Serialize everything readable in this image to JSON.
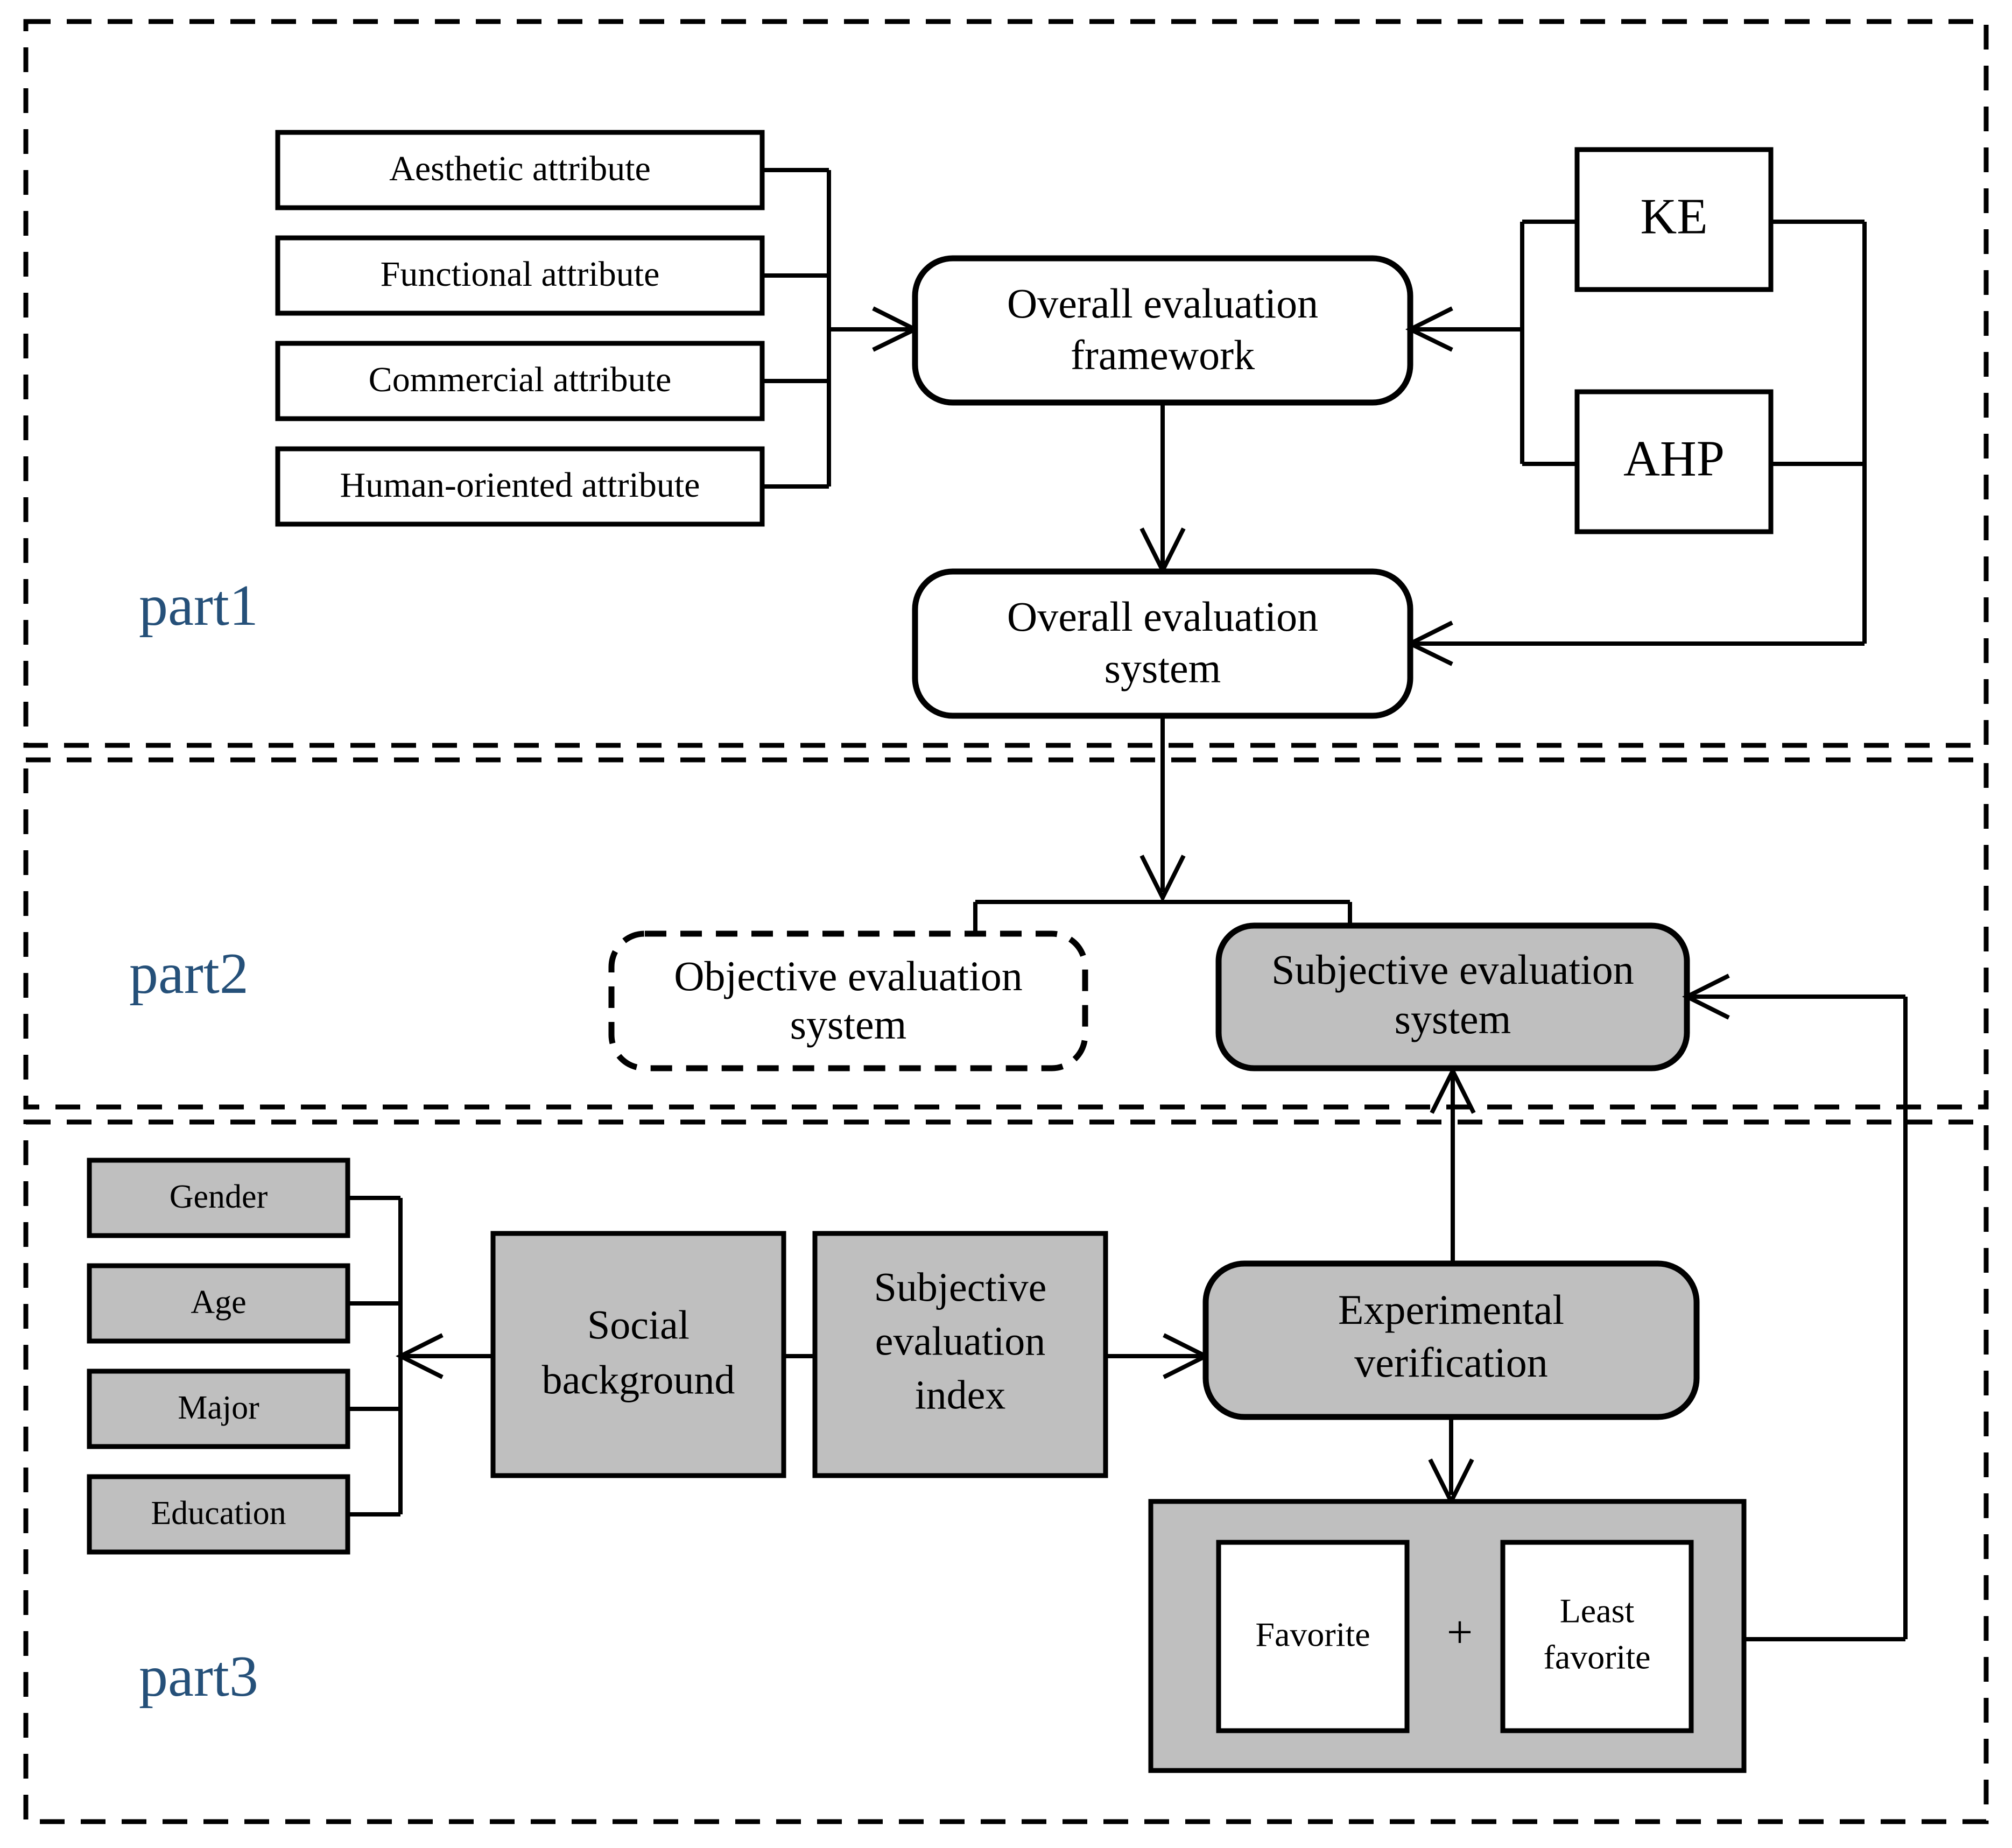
{
  "figure": {
    "type": "flowchart",
    "sections": [
      {
        "id": "part1",
        "label": "part1"
      },
      {
        "id": "part2",
        "label": "part2"
      },
      {
        "id": "part3",
        "label": "part3"
      }
    ]
  },
  "part1": {
    "label": "part1",
    "attributes": [
      {
        "label": "Aesthetic attribute"
      },
      {
        "label": "Functional attribute"
      },
      {
        "label": "Commercial attribute"
      },
      {
        "label": "Human-oriented attribute"
      }
    ],
    "framework": {
      "line1": "Overall evaluation",
      "line2": "framework"
    },
    "system": {
      "line1": "Overall evaluation",
      "line2": "system"
    },
    "methods": [
      {
        "label": "KE"
      },
      {
        "label": "AHP"
      }
    ]
  },
  "part2": {
    "label": "part2",
    "objective": {
      "line1": "Objective evaluation",
      "line2": "system"
    },
    "subjective": {
      "line1": "Subjective evaluation",
      "line2": "system"
    }
  },
  "part3": {
    "label": "part3",
    "demographics": [
      {
        "label": "Gender"
      },
      {
        "label": "Age"
      },
      {
        "label": "Major"
      },
      {
        "label": "Education"
      }
    ],
    "social_background": {
      "line1": "Social",
      "line2": "background"
    },
    "subjective_index": {
      "line1": "Subjective",
      "line2": "evaluation",
      "line3": "index"
    },
    "experimental_verification": {
      "line1": "Experimental",
      "line2": "verification"
    },
    "preference": {
      "favorite": {
        "line1": "Favorite"
      },
      "plus": "+",
      "least_favorite": {
        "line1": "Least",
        "line2": "favorite"
      }
    }
  },
  "colors": {
    "label_blue": "#255079",
    "fill_gray": "#bfbfbf",
    "stroke_black": "#000000",
    "fill_white": "#ffffff"
  }
}
